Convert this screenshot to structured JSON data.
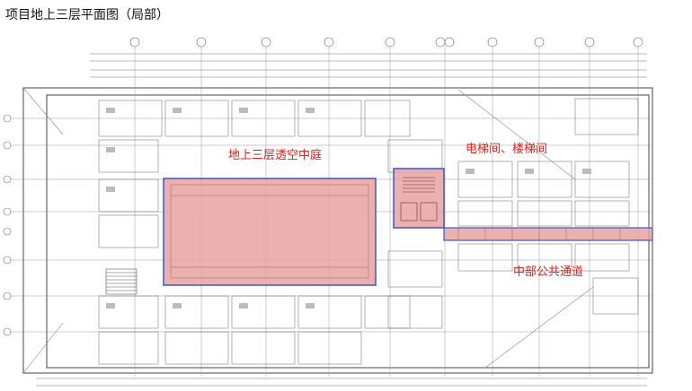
{
  "title": "项目地上三层平面图（局部）",
  "annotations": {
    "atrium": "地上三层透空中庭",
    "core": "电梯间、楼梯间",
    "corridor": "中部公共通道"
  },
  "colors": {
    "highlight_fill": "#e8a3a3",
    "highlight_stroke": "#3a56c8",
    "label_red": "#e0211a",
    "line": "#555555"
  }
}
